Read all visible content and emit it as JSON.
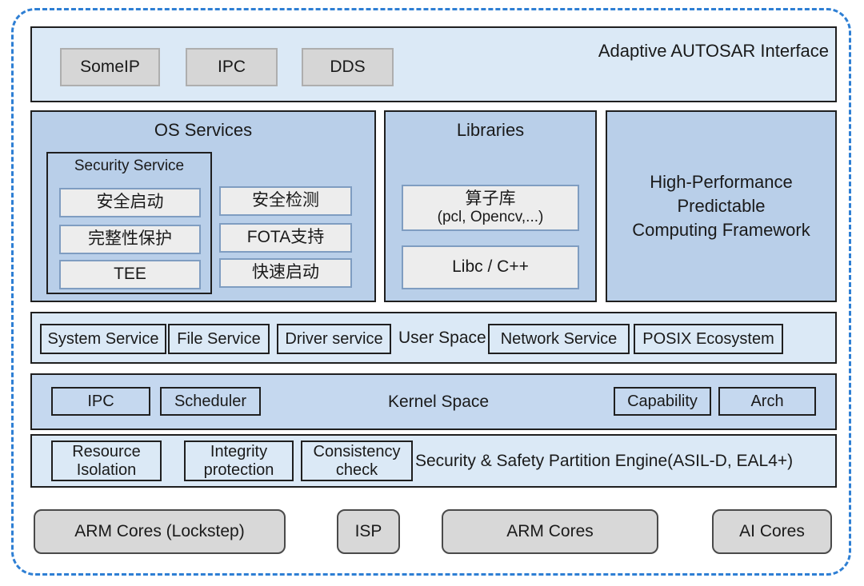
{
  "colors": {
    "dashed_border": "#2E7FD4",
    "light_blue_fill": "#DBE9F6",
    "medium_blue_fill": "#B9CFE9",
    "kernel_blue_fill": "#C5D8EF",
    "gray_chip_fill": "#D6D6D6",
    "light_chip_fill": "#EDEDED",
    "light_chip_border": "#7F9DC1",
    "box_border": "#1F1F1F"
  },
  "top_bar": {
    "title": "Adaptive AUTOSAR Interface",
    "chips": [
      "SomeIP",
      "IPC",
      "DDS"
    ]
  },
  "os_services": {
    "title": "OS Services",
    "security_service": {
      "title": "Security Service",
      "items": [
        "安全启动",
        "完整性保护",
        "TEE"
      ]
    },
    "side_items": [
      "安全检测",
      "FOTA支持",
      "快速启动"
    ]
  },
  "libraries": {
    "title": "Libraries",
    "operator_lib": {
      "line1": "算子库",
      "line2": "(pcl, Opencv,...)"
    },
    "libc": "Libc / C++"
  },
  "hpcf": {
    "line1": "High-Performance",
    "line2": "Predictable",
    "line3": "Computing Framework"
  },
  "user_space": {
    "label": "User Space",
    "left_items": [
      "System Service",
      "File Service",
      "Driver service"
    ],
    "right_items": [
      "Network Service",
      "POSIX Ecosystem"
    ]
  },
  "kernel_space": {
    "label": "Kernel Space",
    "left_items": [
      "IPC",
      "Scheduler"
    ],
    "right_items": [
      "Capability",
      "Arch"
    ]
  },
  "partition_engine": {
    "label": "Security & Safety  Partition Engine(ASIL-D, EAL4+)",
    "items": [
      {
        "line1": "Resource",
        "line2": "Isolation"
      },
      {
        "line1": "Integrity",
        "line2": "protection"
      },
      {
        "line1": "Consistency",
        "line2": "check"
      }
    ]
  },
  "hardware": {
    "items": [
      "ARM Cores (Lockstep)",
      "ISP",
      "ARM Cores",
      "AI Cores"
    ]
  }
}
